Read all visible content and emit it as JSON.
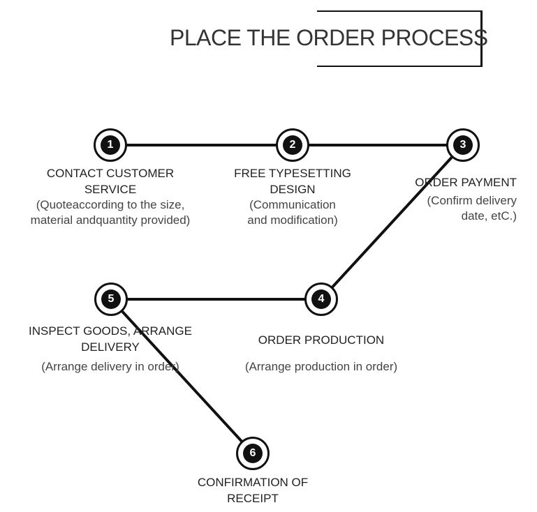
{
  "title": "PLACE THE ORDER PROCESS",
  "colors": {
    "line": "#111111",
    "node_fill": "#111111",
    "node_text": "#ffffff",
    "text": "#222222"
  },
  "steps": [
    {
      "number": "1",
      "title_line1": "CONTACT CUSTOMER",
      "title_line2": "SERVICE",
      "note_line1": "(Quoteaccording to the size,",
      "note_line2": "material andquantity provided)"
    },
    {
      "number": "2",
      "title_line1": "FREE TYPESETTING",
      "title_line2": "DESIGN",
      "note_line1": "(Communication",
      "note_line2": "and modification)"
    },
    {
      "number": "3",
      "title_line1": "ORDER PAYMENT",
      "note_line1": "(Confirm delivery",
      "note_line2": "date, etC.)"
    },
    {
      "number": "4",
      "title_line1": "ORDER PRODUCTION",
      "note_line1": "(Arrange production in order)"
    },
    {
      "number": "5",
      "title_line1": "INSPECT GOODS, ARRANGE",
      "title_line2": "DELIVERY",
      "note_line1": "(Arrange delivery in order)"
    },
    {
      "number": "6",
      "title_line1": "CONFIRMATION OF",
      "title_line2": "RECEIPT"
    }
  ]
}
